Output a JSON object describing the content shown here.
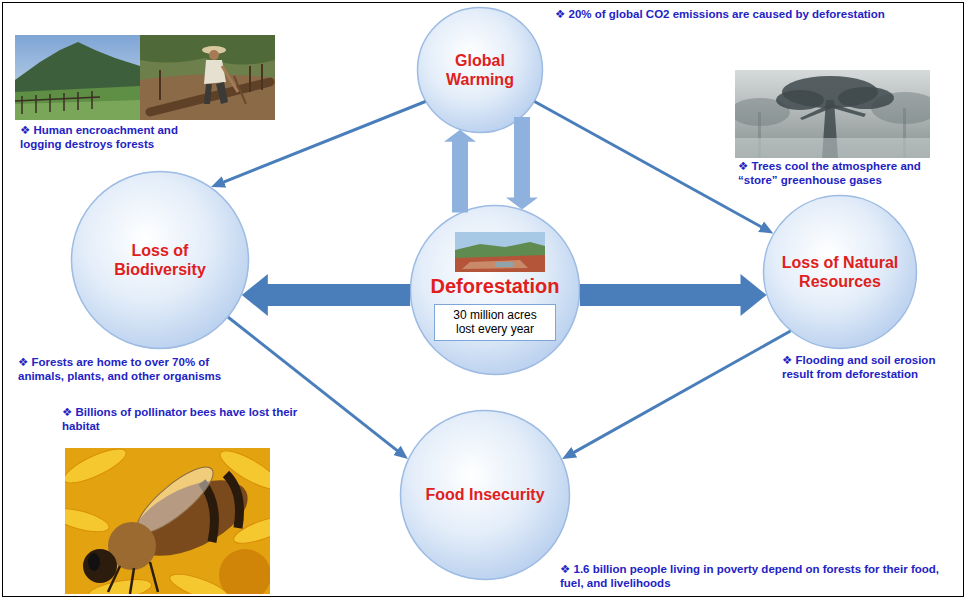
{
  "diagram": {
    "nodes": [
      {
        "text": [
          "Global Warming"
        ]
      },
      {
        "text": [
          "Loss of Biodiversity"
        ]
      },
      {
        "text": [
          "Deforestation"
        ]
      },
      {
        "text": [
          "30 million acres lost every year"
        ],
        "in": 2
      },
      {
        "text": [
          "Loss of Natural Resources"
        ]
      },
      {
        "text": [
          "Food Insecurity"
        ]
      }
    ],
    "edges": [
      {
        "from": 0,
        "to": 1,
        "arrow": "to"
      },
      {
        "from": 0,
        "to": 4,
        "arrow": "to"
      },
      {
        "from": 2,
        "to": 0,
        "arrow": "to"
      },
      {
        "from": 0,
        "to": 2,
        "arrow": "to"
      },
      {
        "from": 2,
        "to": 1,
        "arrow": "to"
      },
      {
        "from": 2,
        "to": 4,
        "arrow": "to"
      },
      {
        "from": 1,
        "to": 5,
        "arrow": "to"
      },
      {
        "from": 4,
        "to": 5,
        "arrow": "to"
      }
    ],
    "labels": [
      "❖ 20% of global CO2 emissions are caused by deforestation",
      "❖ Human encroachment and logging destroys forests",
      "❖ Trees cool the atmosphere and “store” greenhouse gases",
      "❖ Forests are home to over 70% of animals, plants, and other organisms",
      "❖ Flooding and soil erosion result from deforestation",
      "❖ Billions of pollinator bees have lost their habitat",
      "❖ 1.6 billion people living in poverty depend on forests for their food, fuel, and livelihoods"
    ]
  }
}
